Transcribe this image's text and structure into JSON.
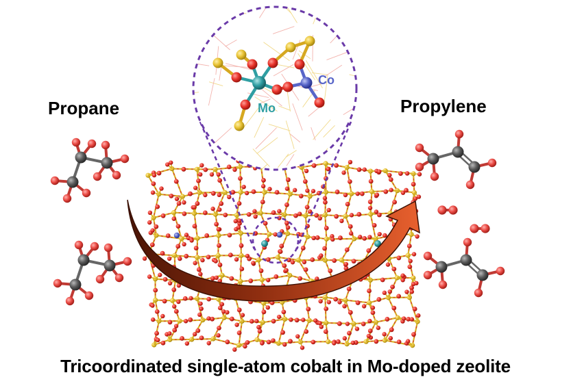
{
  "labels": {
    "reactant": "Propane",
    "product": "Propylene",
    "caption": "Tricoordinated single-atom cobalt in Mo-doped zeolite"
  },
  "atom_labels": {
    "mo": "Mo",
    "co": "Co"
  },
  "colors": {
    "oxygen": "#e8332a",
    "silicon": "#e8c233",
    "carbon": "#555555",
    "hydrogen_like": "#e84a4a",
    "molybdenum": "#2f9ea2",
    "cobalt": "#5865c8",
    "arrow_dark": "#5a1a08",
    "arrow_light": "#e0562a",
    "zoom_circle": "#6a3aa8",
    "mo_label": "#2f9ea2",
    "co_label": "#5865c8"
  }
}
